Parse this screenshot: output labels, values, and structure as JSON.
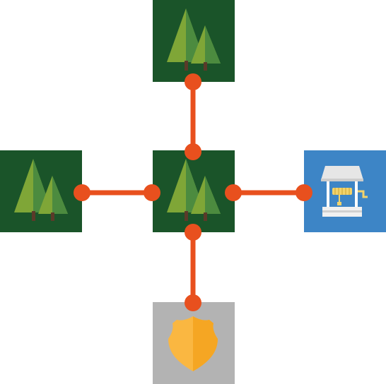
{
  "board": {
    "tiles": [
      {
        "id": "top",
        "type": "forest",
        "color": "#1a5429"
      },
      {
        "id": "left",
        "type": "forest",
        "color": "#1a5429"
      },
      {
        "id": "center",
        "type": "forest",
        "color": "#1a5429"
      },
      {
        "id": "right",
        "type": "well",
        "color": "#3d85c6"
      },
      {
        "id": "bottom",
        "type": "police-badge",
        "color": "#b3b3b3"
      }
    ],
    "connections": [
      {
        "from": "center",
        "to": "top"
      },
      {
        "from": "center",
        "to": "left"
      },
      {
        "from": "center",
        "to": "right"
      },
      {
        "from": "center",
        "to": "bottom"
      }
    ]
  },
  "colors": {
    "forest_bg": "#1a5429",
    "tree_light": "#7fa637",
    "tree_dark": "#4c8b3f",
    "trunk": "#5b3a29",
    "well_bg": "#3d85c6",
    "badge_bg": "#b3b3b3",
    "badge_light": "#fab741",
    "badge_dark": "#f5a623",
    "link": "#e8501e"
  }
}
